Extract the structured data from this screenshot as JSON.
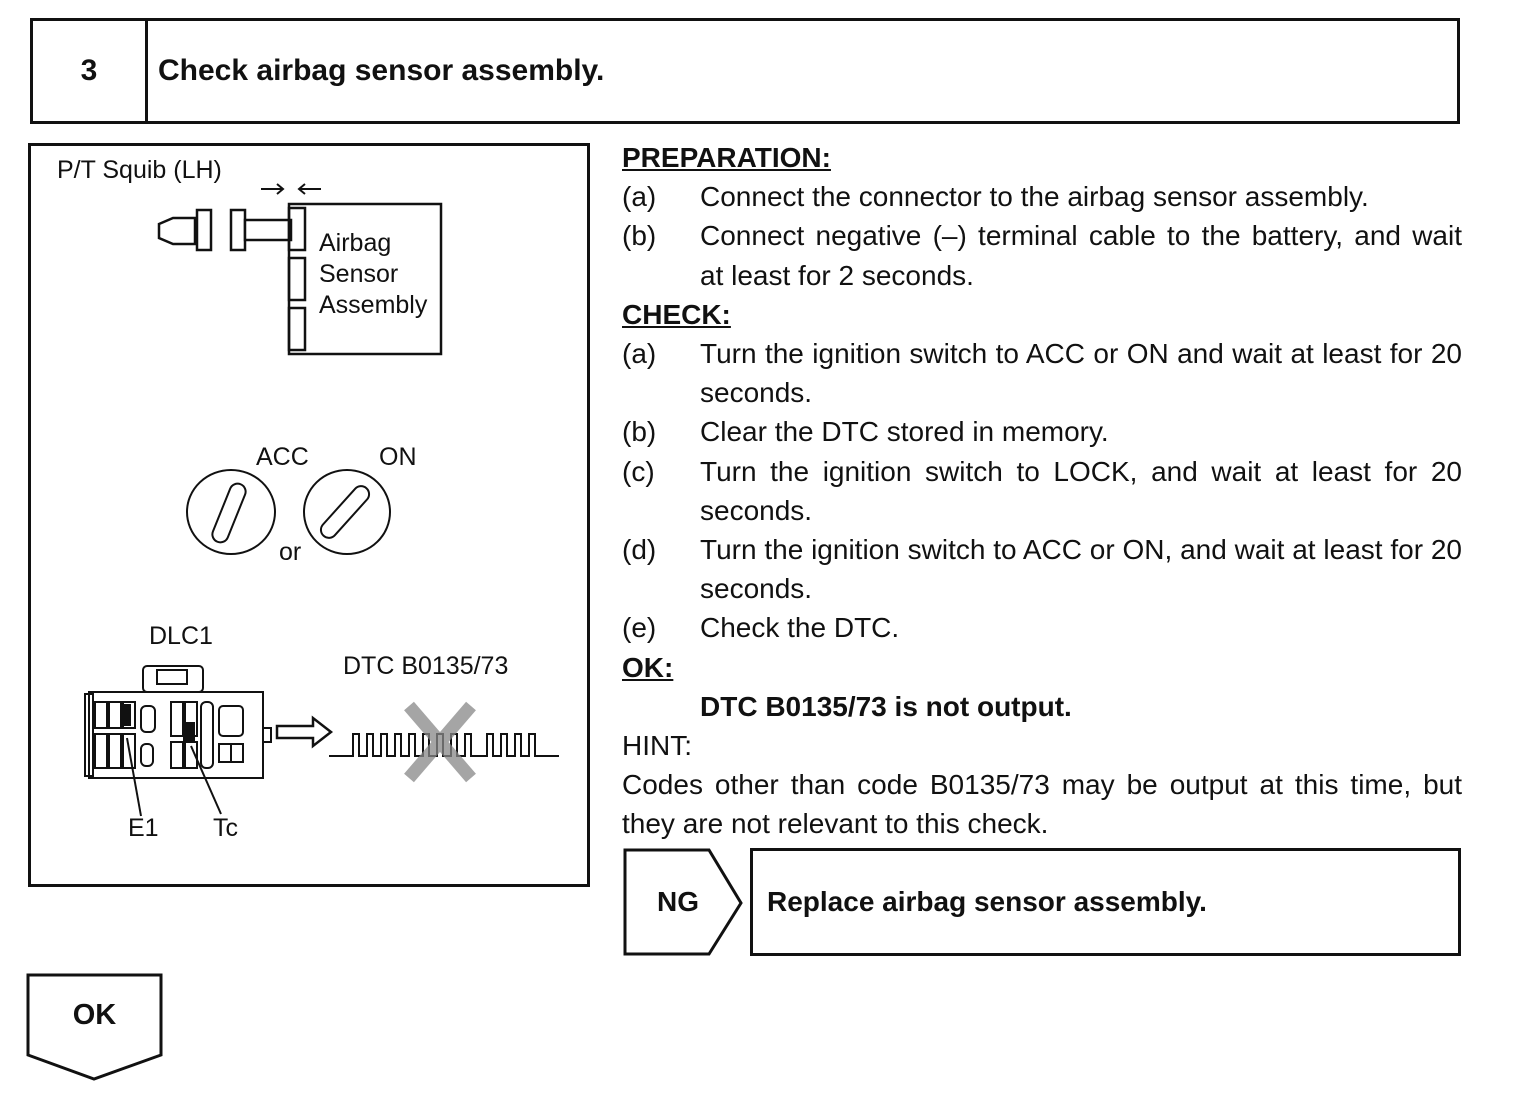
{
  "step": {
    "number": "3",
    "title": "Check airbag sensor assembly."
  },
  "figure": {
    "squib_label": "P/T Squib (LH)",
    "sensor_label": [
      "Airbag",
      "Sensor",
      "Assembly"
    ],
    "acc_label": "ACC",
    "on_label": "ON",
    "or_label": "or",
    "dlc_label": "DLC1",
    "dtc_label": "DTC B0135/73",
    "e1_label": "E1",
    "tc_label": "Tc"
  },
  "preparation": {
    "heading": "PREPARATION:",
    "items": [
      {
        "label": "(a)",
        "text": "Connect the connector to the airbag sensor assembly."
      },
      {
        "label": "(b)",
        "text": "Connect negative (–) terminal cable to the battery, and wait at least for 2 seconds."
      }
    ]
  },
  "check": {
    "heading": "CHECK:",
    "items": [
      {
        "label": "(a)",
        "text": "Turn the ignition switch to ACC or ON and wait at least for 20 seconds."
      },
      {
        "label": "(b)",
        "text": "Clear the DTC stored in memory."
      },
      {
        "label": "(c)",
        "text": "Turn the ignition switch to LOCK, and wait at least for 20 seconds."
      },
      {
        "label": "(d)",
        "text": "Turn the ignition switch to ACC or ON, and wait at least for 20 seconds."
      },
      {
        "label": "(e)",
        "text": "Check the DTC."
      }
    ]
  },
  "ok": {
    "heading": "OK:",
    "text": "DTC B0135/73 is not output."
  },
  "hint": {
    "heading": "HINT:",
    "text": "Codes other than code B0135/73 may be output at this time, but they are not relevant to this check."
  },
  "ng": {
    "label": "NG",
    "action": "Replace airbag sensor assembly."
  },
  "ok_flow": {
    "label": "OK"
  }
}
